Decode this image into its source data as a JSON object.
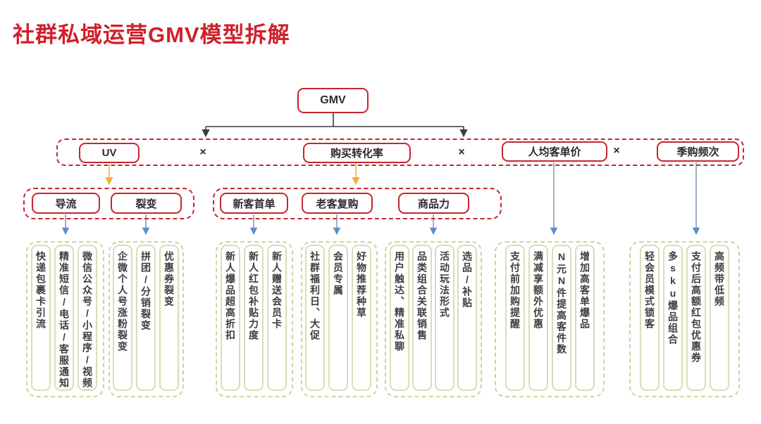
{
  "title": "社群私域运营GMV模型拆解",
  "gmv": "GMV",
  "times": "×",
  "factors": [
    "UV",
    "购买转化率",
    "人均客单价",
    "季购频次"
  ],
  "subfactors": [
    "导流",
    "裂变",
    "新客首单",
    "老客复购",
    "商品力"
  ],
  "leaf_groups": [
    {
      "parent": "导流",
      "items": [
        "快递包裹卡引流",
        "精准短信/电话/客服通知",
        "微信公众号/小程序/视频号"
      ]
    },
    {
      "parent": "裂变",
      "items": [
        "企微个人号涨粉裂变",
        "拼团/分销裂变",
        "优惠券裂变"
      ]
    },
    {
      "parent": "新客首单",
      "items": [
        "新人爆品超高折扣",
        "新人红包补贴力度",
        "新人赠送会员卡"
      ]
    },
    {
      "parent": "老客复购",
      "items": [
        "社群福利日、大促",
        "会员专属",
        "好物推荐种草"
      ]
    },
    {
      "parent": "商品力",
      "items": [
        "用户触达、精准私聊",
        "品类组合关联销售",
        "活动玩法形式",
        "选品/补贴"
      ]
    },
    {
      "parent": "人均客单价",
      "items": [
        "支付前加购提醒",
        "满减享额外优惠",
        "N元N件提高客件数",
        "增加高客单爆品"
      ]
    },
    {
      "parent": "季购频次",
      "items": [
        "轻会员模式锁客",
        "多sku爆品组合",
        "支付后高额红包优惠券",
        "高频带低频"
      ]
    }
  ],
  "colors": {
    "title_red": "#d0202a",
    "border_red": "#c4262e",
    "leaf_green": "#d8deb6",
    "group_green_dashed": "#ccd49f",
    "arrow_dark": "#3c3c3c",
    "arrow_orange": "#f2af3c",
    "arrow_blue": "#5b8fc7"
  }
}
